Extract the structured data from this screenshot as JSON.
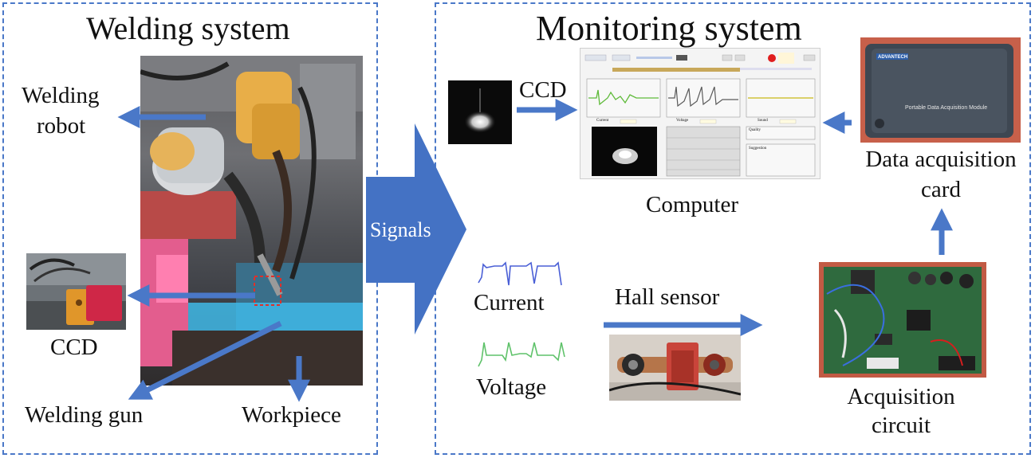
{
  "welding_system": {
    "title": "Welding system",
    "labels": {
      "robot_line1": "Welding",
      "robot_line2": "robot",
      "ccd": "CCD",
      "gun": "Welding gun",
      "workpiece": "Workpiece"
    }
  },
  "signals_arrow": {
    "label": "Signals"
  },
  "monitoring_system": {
    "title": "Monitoring system",
    "labels": {
      "ccd": "CCD",
      "computer": "Computer",
      "daq_line1": "Data acquisition",
      "daq_line2": "card",
      "current": "Current",
      "voltage": "Voltage",
      "hall": "Hall sensor",
      "acq_line1": "Acquisition",
      "acq_line2": "circuit"
    },
    "software_panels": {
      "current": "Current",
      "voltage": "Voltage",
      "sound": "Sound",
      "quality": "Quality",
      "suggestion": "Suggestion"
    },
    "daq_card": {
      "brand": "ADVANTECH",
      "title": "Portable Data Acquisition Module"
    }
  },
  "colors": {
    "arrow": "#4a78c8",
    "current_wave": "#4a5fd6",
    "voltage_wave": "#5fc26a",
    "panel_border": "#4a78c8"
  }
}
